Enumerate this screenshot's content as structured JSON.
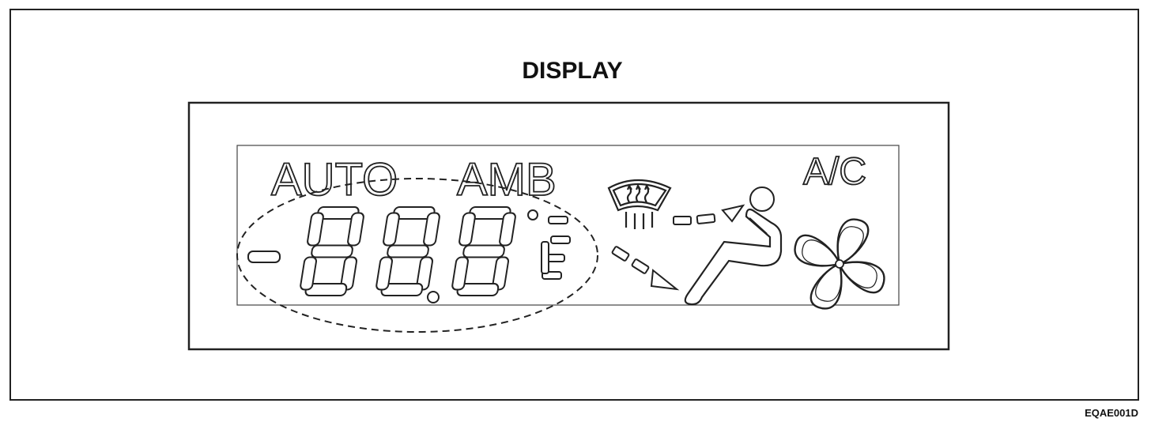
{
  "diagram": {
    "title": "DISPLAY",
    "code": "EQAE001D"
  },
  "lcd": {
    "auto_label": "AUTO",
    "amb_label": "AMB",
    "ac_label": "A/C"
  },
  "icons": {
    "temperature_digits": "seven-segment-icon",
    "defrost": "windshield-defrost-icon",
    "airflow_upper": "airflow-upper-arrow-icon",
    "airflow_lower": "airflow-lower-arrow-icon",
    "passenger": "seated-person-icon",
    "fan": "fan-icon"
  }
}
